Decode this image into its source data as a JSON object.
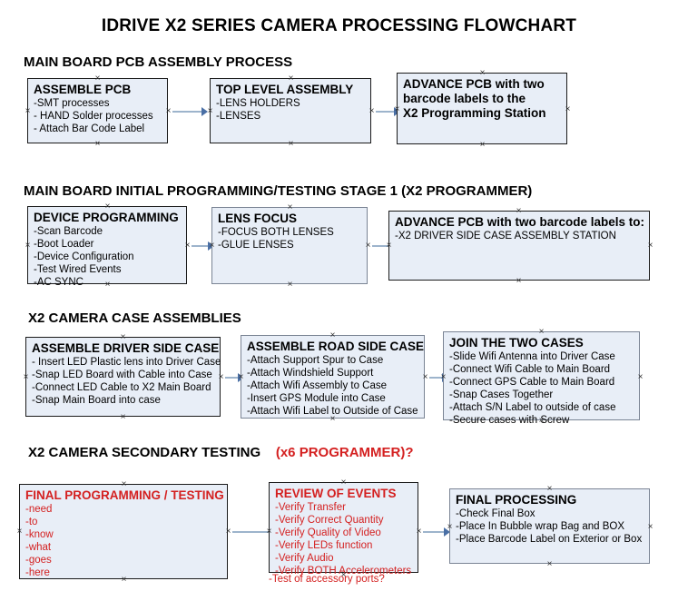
{
  "document": {
    "title": "IDRIVE X2  SERIES CAMERA PROCESSING FLOWCHART"
  },
  "colors": {
    "box_fill": "#e8eef7",
    "box_border_dark": "#1a1a1a",
    "box_border_gray": "#7a8494",
    "connector_line": "#9db4cc",
    "connector_arrow": "#4a6fa5",
    "red_text": "#d42020",
    "black_text": "#000000",
    "background": "#ffffff"
  },
  "sections": [
    {
      "heading": "MAIN BOARD PCB ASSEMBLY PROCESS",
      "heading_red": "",
      "boxes": [
        {
          "title": "ASSEMBLE PCB",
          "lines": [
            "-SMT processes",
            "- HAND Solder processes",
            "- Attach Bar Code Label"
          ]
        },
        {
          "title": "TOP LEVEL ASSEMBLY",
          "lines": [
            "-LENS HOLDERS",
            "-LENSES"
          ]
        },
        {
          "title": "ADVANCE PCB with two",
          "lines": [
            "barcode labels to the",
            " X2 Programming Station"
          ]
        }
      ]
    },
    {
      "heading": "MAIN BOARD INITIAL PROGRAMMING/TESTING STAGE 1 (X2 PROGRAMMER)",
      "heading_red": "",
      "boxes": [
        {
          "title": "DEVICE PROGRAMMING",
          "lines": [
            "-Scan Barcode",
            "-Boot Loader",
            "-Device Configuration",
            "-Test Wired Events",
            "-AC SYNC"
          ]
        },
        {
          "title": "LENS FOCUS",
          "lines": [
            "-FOCUS BOTH LENSES",
            "-GLUE LENSES"
          ]
        },
        {
          "title": "ADVANCE PCB with two barcode labels to:",
          "lines": [
            "-X2 DRIVER  SIDE  CASE  ASSEMBLY STATION"
          ]
        }
      ]
    },
    {
      "heading": "X2 CAMERA CASE ASSEMBLIES",
      "heading_red": "",
      "boxes": [
        {
          "title": "ASSEMBLE DRIVER SIDE CASE",
          "lines": [
            "- Insert LED Plastic lens into Driver Case",
            "-Snap LED Board with Cable into Case",
            "-Connect LED Cable to X2 Main Board",
            "-Snap Main Board into case"
          ]
        },
        {
          "title": "ASSEMBLE ROAD SIDE CASE",
          "lines": [
            "-Attach Support Spur to Case",
            "-Attach Windshield Support",
            "-Attach Wifi Assembly to Case",
            "-Insert GPS Module into Case",
            "-Attach Wifi Label to Outside of Case"
          ]
        },
        {
          "title": "JOIN THE TWO CASES",
          "lines": [
            "-Slide Wifi Antenna into Driver Case",
            "-Connect Wifi Cable to Main Board",
            "-Connect GPS Cable to Main Board",
            "-Snap Cases Together",
            "-Attach S/N Label to outside of case",
            "-Secure cases with Screw"
          ]
        }
      ]
    },
    {
      "heading": "X2 CAMERA SECONDARY TESTING",
      "heading_red": "(x6 PROGRAMMER)?",
      "boxes": [
        {
          "title": "FINAL PROGRAMMING / TESTING",
          "lines": [
            "-need",
            "-to",
            "-know",
            "-what",
            "-goes",
            "-here"
          ]
        },
        {
          "title": "REVIEW OF EVENTS",
          "lines": [
            "-Verify Transfer",
            "-Verify Correct Quantity",
            "-Verify Quality of Video",
            "-Verify LEDs function",
            "-Verify Audio",
            "-Verify BOTH Accelerometers"
          ],
          "overflow_line": "-Test of accessory ports?"
        },
        {
          "title": "FINAL PROCESSING",
          "lines": [
            " -Check Final Box",
            "-Place In Bubble wrap Bag and BOX",
            "-Place Barcode Label on Exterior or Box"
          ]
        }
      ]
    }
  ]
}
